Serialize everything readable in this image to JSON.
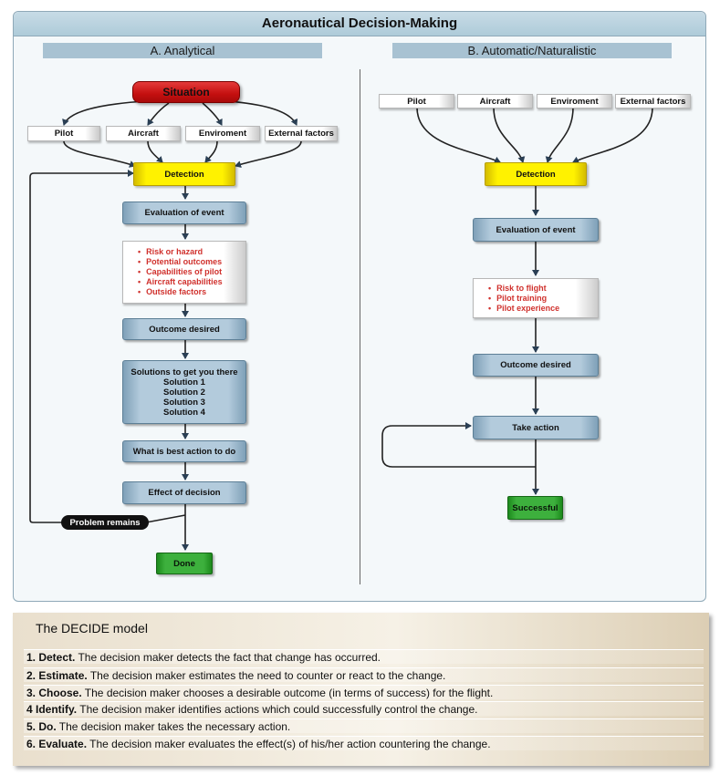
{
  "title": "Aeronautical Decision-Making",
  "analytical": {
    "heading": "A. Analytical",
    "situation": "Situation",
    "factors": [
      "Pilot",
      "Aircraft",
      "Enviroment",
      "External factors"
    ],
    "detection": "Detection",
    "evaluation": "Evaluation of event",
    "considerations": [
      "Risk or hazard",
      "Potential outcomes",
      "Capabilities of pilot",
      "Aircraft capabilities",
      "Outside factors"
    ],
    "outcome": "Outcome desired",
    "solutions_title": "Solutions to get you there",
    "solutions": [
      "Solution 1",
      "Solution 2",
      "Solution 3",
      "Solution 4"
    ],
    "best_action": "What is best action to do",
    "effect": "Effect of decision",
    "problem_remains": "Problem remains",
    "done": "Done"
  },
  "naturalistic": {
    "heading": "B. Automatic/Naturalistic",
    "factors": [
      "Pilot",
      "Aircraft",
      "Enviroment",
      "External factors"
    ],
    "detection": "Detection",
    "evaluation": "Evaluation of event",
    "considerations": [
      "Risk to flight",
      "Pilot training",
      "Pilot experience"
    ],
    "outcome": "Outcome desired",
    "take_action": "Take action",
    "successful": "Successful"
  },
  "decide": {
    "title": "The DECIDE model",
    "steps": [
      {
        "label": "1. Detect.",
        "text": " The decision maker detects the fact that change has occurred."
      },
      {
        "label": "2. Estimate.",
        "text": " The decision maker estimates the need to counter or react to the change."
      },
      {
        "label": "3. Choose.",
        "text": " The decision maker chooses a desirable outcome (in terms of success) for the flight."
      },
      {
        "label": "4  Identify.",
        "text": " The decision maker identifies actions which could successfully control the change."
      },
      {
        "label": "5. Do.",
        "text": " The decision maker takes the necessary action."
      },
      {
        "label": "6. Evaluate.",
        "text": " The decision maker evaluates the effect(s) of his/her action countering the change."
      }
    ]
  },
  "colors": {
    "process": "#b3cbdc",
    "detection": "#fff200",
    "situation": "#c40f0f",
    "end": "#3db03d",
    "list_text": "#d0312d"
  }
}
